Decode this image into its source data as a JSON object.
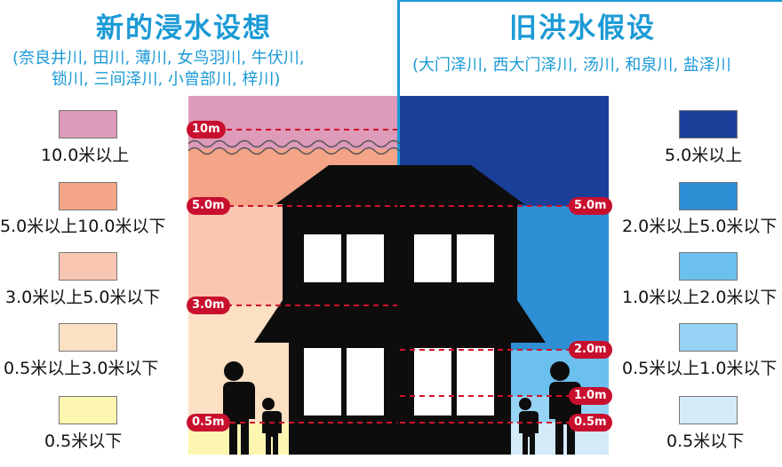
{
  "left": {
    "title": "新的浸水设想",
    "subtitle_line1": "(奈良井川, 田川, 薄川, 女鸟羽川, 牛伏川,",
    "subtitle_line2": "锁川, 三间泽川, 小曾部川, 梓川)",
    "legend": [
      {
        "label": "10.0米以上",
        "color": "#dd9ab9"
      },
      {
        "label": "5.0米以上10.0米以下",
        "color": "#f4a487"
      },
      {
        "label": "3.0米以上5.0米以下",
        "color": "#f8c6b1"
      },
      {
        "label": "0.5米以上3.0米以下",
        "color": "#fbe0c3"
      },
      {
        "label": "0.5米以下",
        "color": "#fdf6b0"
      }
    ],
    "levels": [
      "10m",
      "5.0m",
      "3.0m",
      "0.5m"
    ]
  },
  "right": {
    "title": "旧洪水假设",
    "subtitle_line1": "(大门泽川, 西大门泽川, 汤川, 和泉川, 盐泽川",
    "legend": [
      {
        "label": "5.0米以上",
        "color": "#1a3f98"
      },
      {
        "label": "2.0米以上5.0米以下",
        "color": "#2f8fd5"
      },
      {
        "label": "1.0米以上2.0米以下",
        "color": "#6bc0ee"
      },
      {
        "label": "0.5米以上1.0米以下",
        "color": "#97d3f4"
      },
      {
        "label": "0.5米以下",
        "color": "#d3ebf8"
      }
    ],
    "levels": [
      "5.0m",
      "2.0m",
      "1.0m",
      "0.5m"
    ]
  }
}
